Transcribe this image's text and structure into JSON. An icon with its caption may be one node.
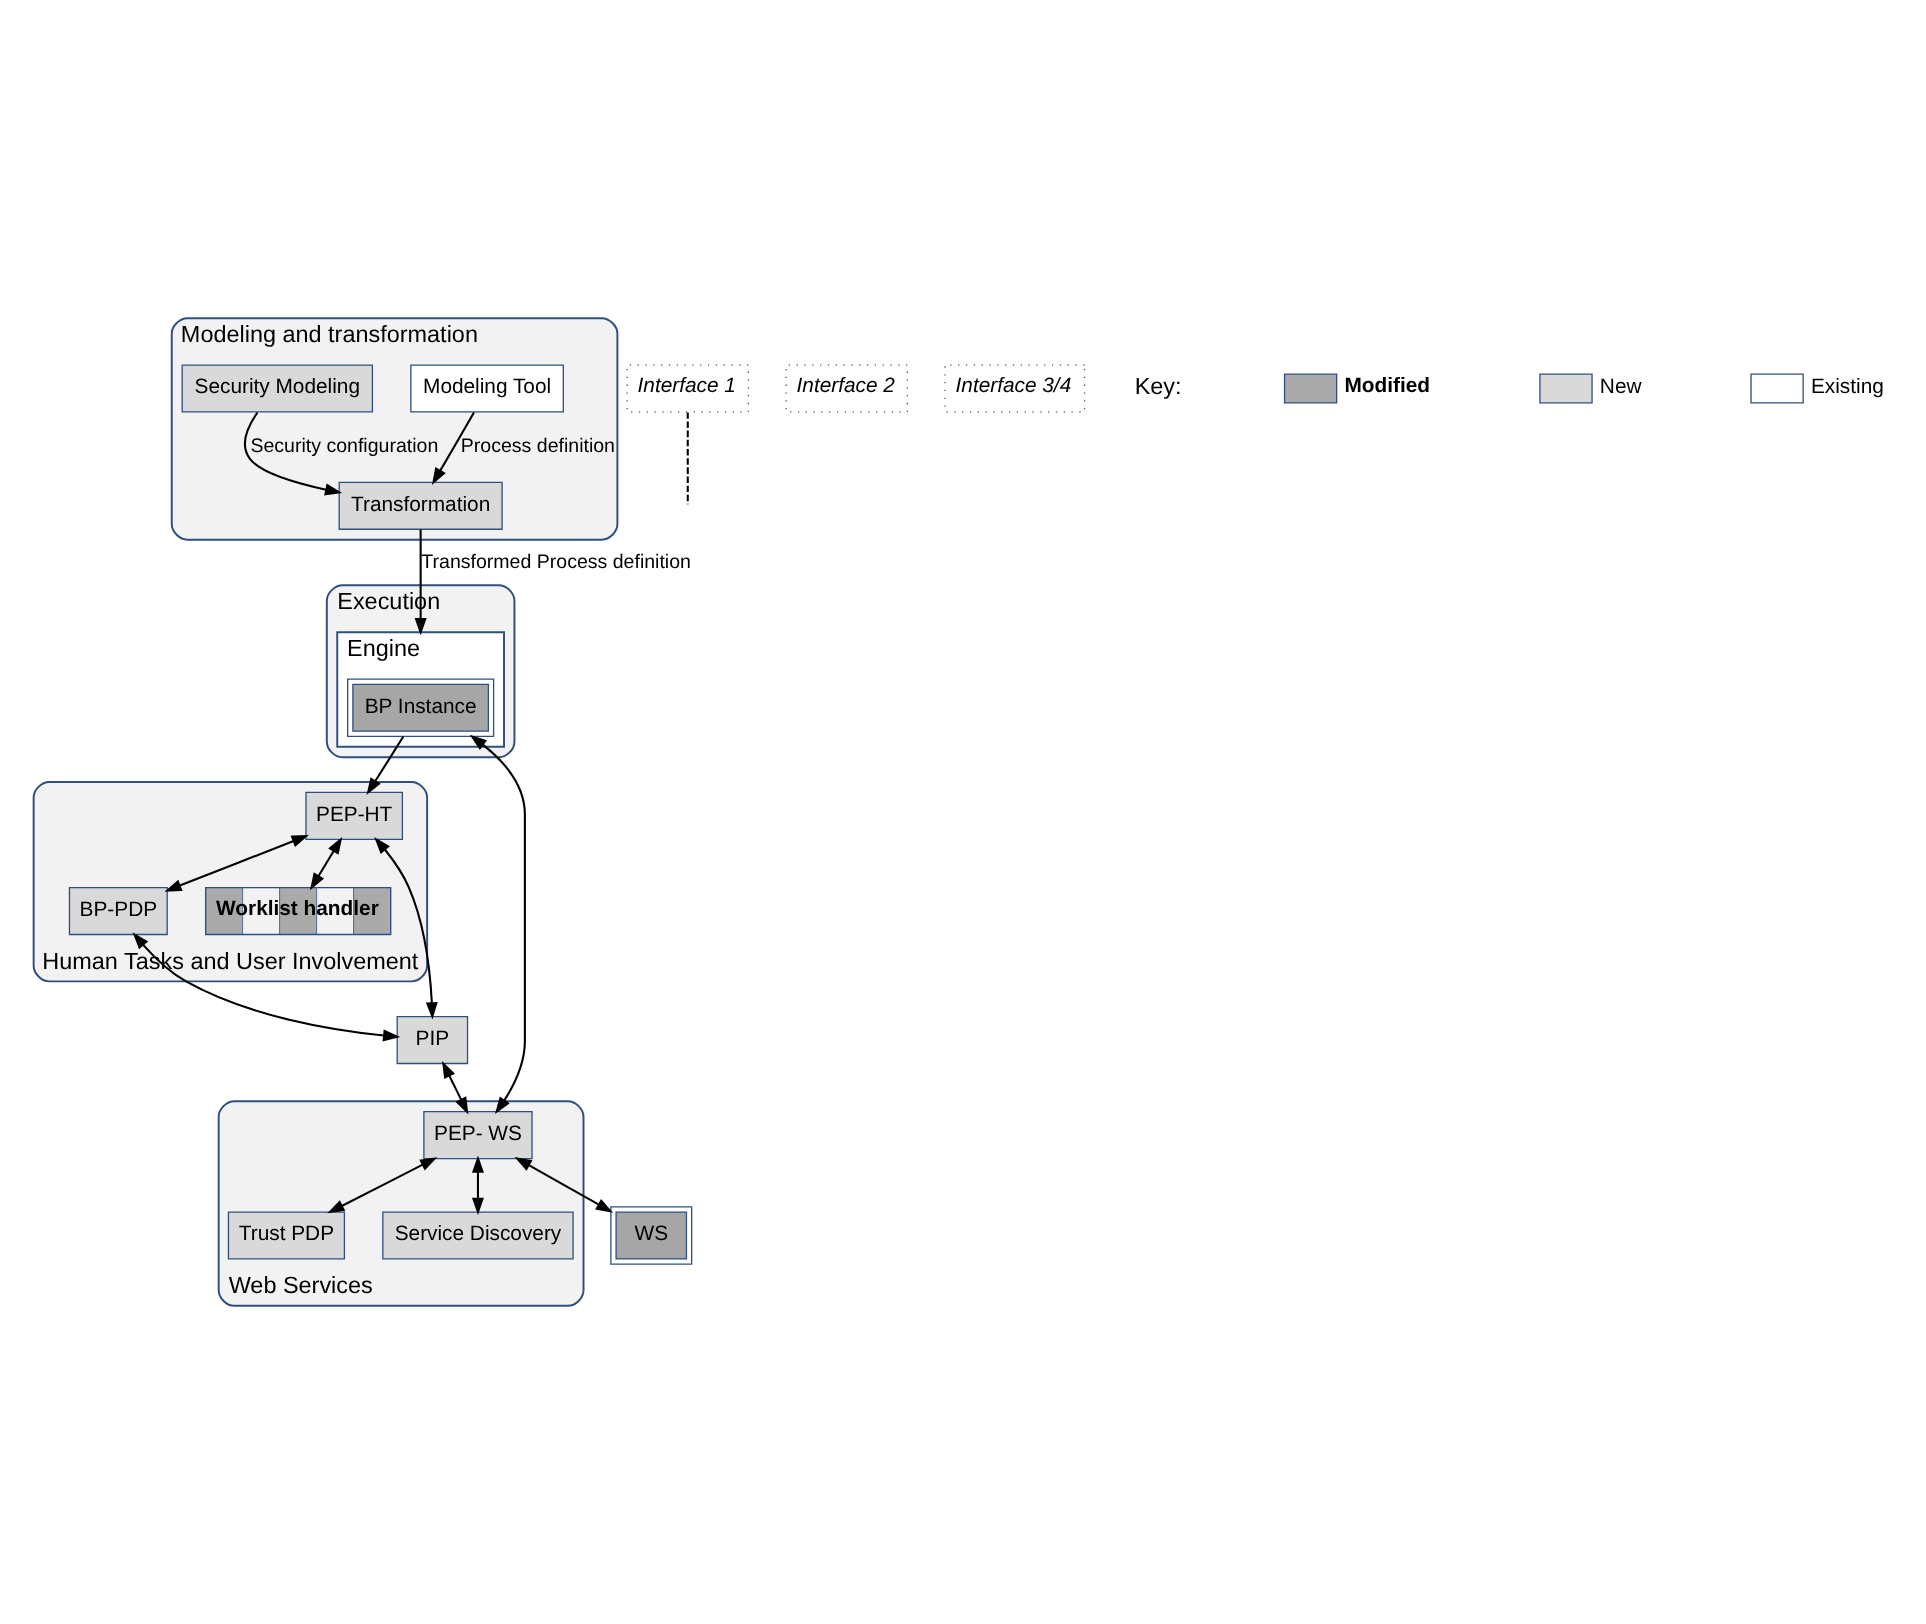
{
  "diagram": {
    "nodes": [
      {
        "text": [
          "Modeling and transformation"
        ]
      },
      {
        "text": [
          "Modeling Tool"
        ],
        "in": 0
      },
      {
        "text": [
          "Security Modeling"
        ],
        "in": 0
      },
      {
        "text": [
          "Transformation"
        ],
        "in": 0
      },
      {
        "text": [
          "Execution"
        ]
      },
      {
        "text": [
          "Engine"
        ],
        "in": 4
      },
      {
        "text": [
          "BP Instance"
        ],
        "in": 5
      },
      {
        "text": [
          "WS"
        ]
      },
      {
        "text": [
          "Human Tasks and User Involvement"
        ]
      },
      {
        "text": [
          "PEP-HT"
        ],
        "in": 8
      },
      {
        "text": [
          "BP-PDP"
        ],
        "in": 8
      },
      {
        "text": [
          "Worklist handler"
        ],
        "in": 8
      },
      {
        "text": [
          "PIP"
        ]
      },
      {
        "text": [
          "Web Services"
        ]
      },
      {
        "text": [
          "PEP- WS"
        ],
        "in": 13
      },
      {
        "text": [
          "Trust PDP"
        ],
        "in": 13
      },
      {
        "text": [
          "Service Discovery"
        ],
        "in": 13
      },
      {
        "text": [
          "Interface 1"
        ]
      },
      {
        "text": [
          "Interface 2"
        ]
      },
      {
        "text": [
          "Interface 3/4"
        ]
      }
    ],
    "edges": [
      {
        "from": 1,
        "to": 3,
        "arrow": "to",
        "label": "Process definition"
      },
      {
        "from": 2,
        "to": 3,
        "arrow": "to",
        "label": "Security configuration"
      },
      {
        "from": 3,
        "to": 5,
        "arrow": "to",
        "label": "Transformed Process definition"
      },
      {
        "from": 17,
        "to": null,
        "arrow": "none",
        "style": "dashed"
      },
      {
        "from": 6,
        "to": 9,
        "arrow": "to"
      },
      {
        "from": 9,
        "to": 12,
        "arrow": "both"
      },
      {
        "from": 9,
        "to": 10,
        "arrow": "both"
      },
      {
        "from": 9,
        "to": 11,
        "arrow": "both"
      },
      {
        "from": 10,
        "to": 12,
        "arrow": "both"
      },
      {
        "from": 12,
        "to": 14,
        "arrow": "both"
      },
      {
        "from": 14,
        "to": 6,
        "arrow": "both"
      },
      {
        "from": 14,
        "to": 7,
        "arrow": "both"
      },
      {
        "from": 14,
        "to": 15,
        "arrow": "both"
      },
      {
        "from": 14,
        "to": 16,
        "arrow": "both"
      }
    ],
    "labels": [
      "Key:"
    ],
    "legend": [
      {
        "text": "Modified"
      },
      {
        "text": "New",
        "color": "#d9d9d9"
      },
      {
        "text": "Existing",
        "color": "#ffffff"
      }
    ]
  }
}
